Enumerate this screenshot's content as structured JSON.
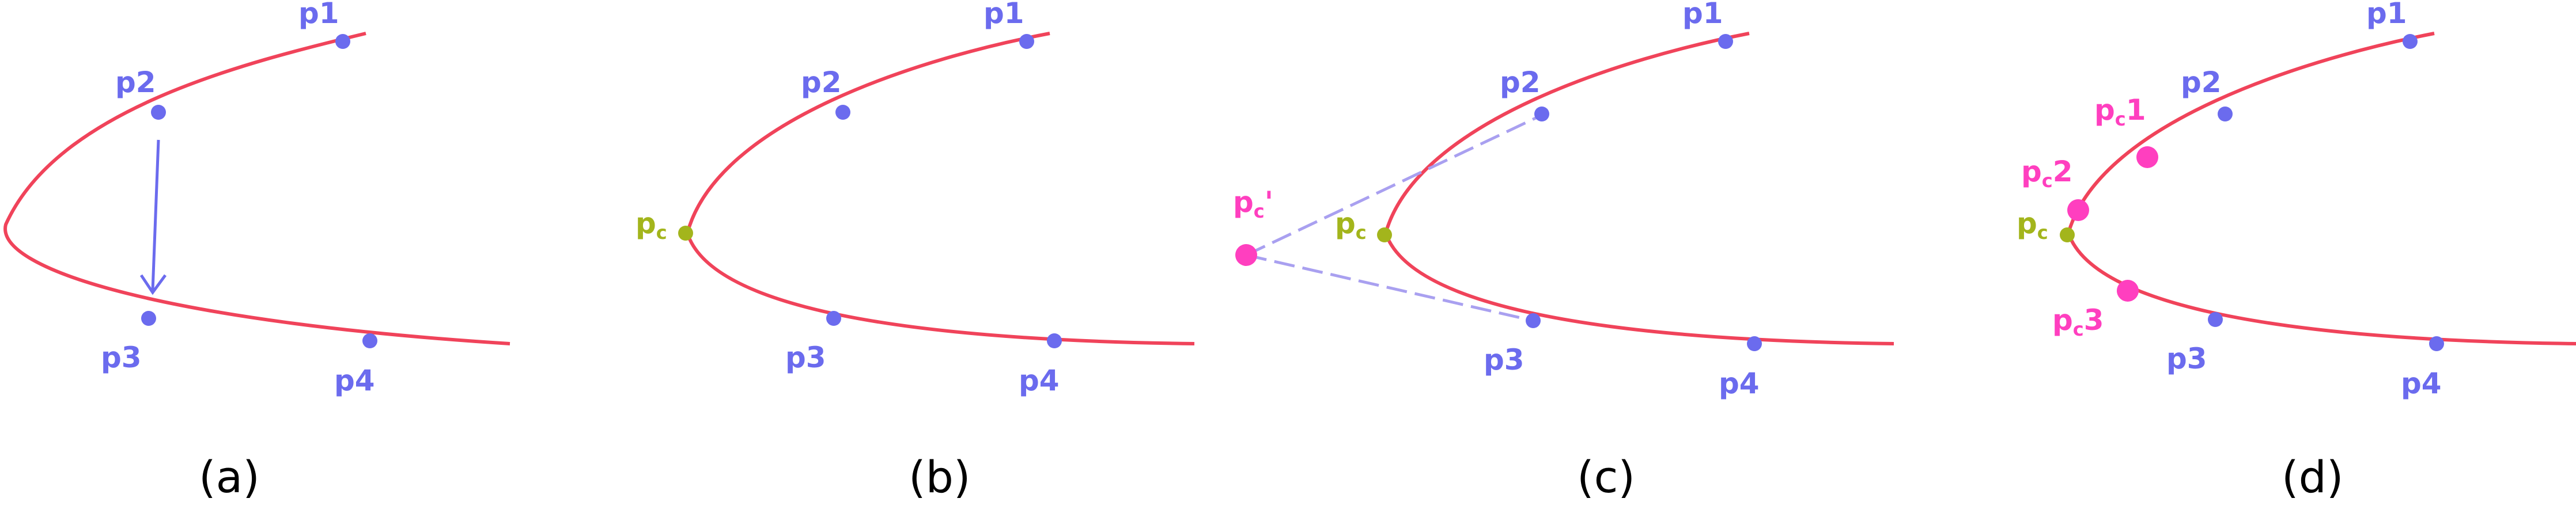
{
  "colors": {
    "curve": "#f0435a",
    "point": "#6b6bee",
    "corner": "#a3b51c",
    "candidate": "#ff3fbf",
    "arrow": "#6b6bee",
    "dashed": "#a9a0f0"
  },
  "panels": [
    {
      "caption": "(a)",
      "labels": {
        "p1": "p1",
        "p2": "p2",
        "p3": "p3",
        "p4": "p4"
      }
    },
    {
      "caption": "(b)",
      "labels": {
        "p1": "p1",
        "p2": "p2",
        "p3": "p3",
        "p4": "p4",
        "pc_main": "p",
        "pc_sub": "c"
      }
    },
    {
      "caption": "(c)",
      "labels": {
        "p1": "p1",
        "p2": "p2",
        "p3": "p3",
        "p4": "p4",
        "pc_main": "p",
        "pc_sub": "c",
        "pcp_main": "p",
        "pcp_sub": "c",
        "pcp_suffix": "'"
      }
    },
    {
      "caption": "(d)",
      "labels": {
        "p1": "p1",
        "p2": "p2",
        "p3": "p3",
        "p4": "p4",
        "pc_main": "p",
        "pc_sub": "c",
        "pc1_main": "p",
        "pc1_sub": "c",
        "pc1_suffix": "1",
        "pc2_main": "p",
        "pc2_sub": "c",
        "pc2_suffix": "2",
        "pc3_main": "p",
        "pc3_sub": "c",
        "pc3_suffix": "3"
      }
    }
  ]
}
